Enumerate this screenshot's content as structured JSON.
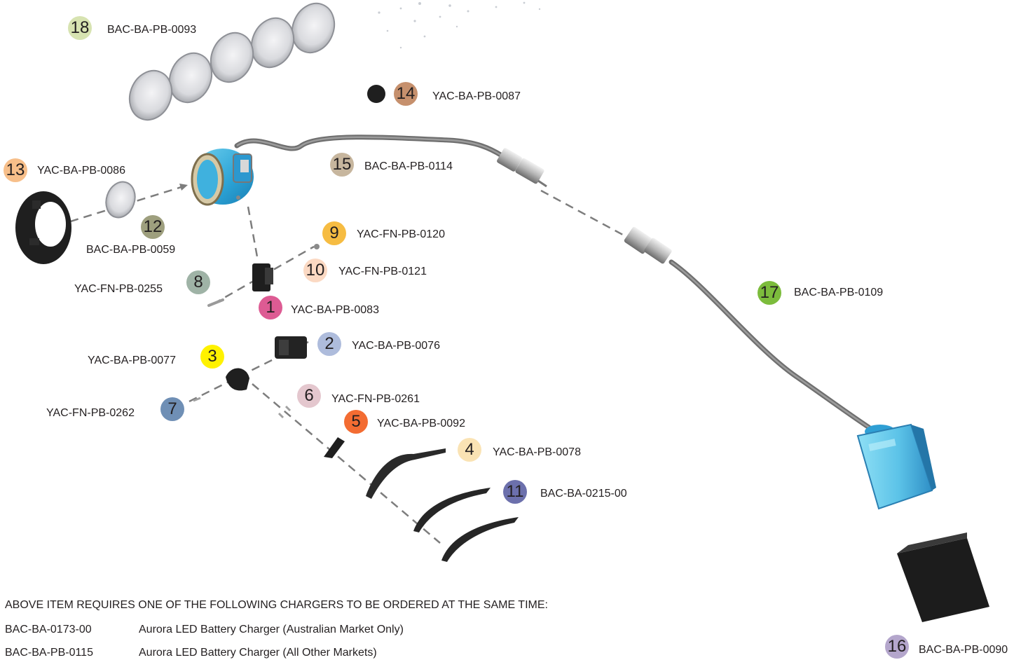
{
  "parts": [
    {
      "number": "1",
      "code": "YAC-BA-PB-0083",
      "color": "#dd5b93"
    },
    {
      "number": "2",
      "code": "YAC-BA-PB-0076",
      "color": "#aebcdc"
    },
    {
      "number": "3",
      "code": "YAC-BA-PB-0077",
      "color": "#fff200"
    },
    {
      "number": "4",
      "code": "YAC-BA-PB-0078",
      "color": "#fae3b4"
    },
    {
      "number": "5",
      "code": "YAC-BA-PB-0092",
      "color": "#f36c32"
    },
    {
      "number": "6",
      "code": "YAC-FN-PB-0261",
      "color": "#e4c7ce"
    },
    {
      "number": "7",
      "code": "YAC-FN-PB-0262",
      "color": "#6f8fb5"
    },
    {
      "number": "8",
      "code": "YAC-FN-PB-0255",
      "color": "#9fb3a6"
    },
    {
      "number": "9",
      "code": "YAC-FN-PB-0120",
      "color": "#f6bc42"
    },
    {
      "number": "10",
      "code": "YAC-FN-PB-0121",
      "color": "#fbd9c3"
    },
    {
      "number": "11",
      "code": "BAC-BA-0215-00",
      "color": "#6c70ac"
    },
    {
      "number": "12",
      "code": "BAC-BA-PB-0059",
      "color": "#9e9f7e"
    },
    {
      "number": "13",
      "code": "YAC-BA-PB-0086",
      "color": "#f7bf8a"
    },
    {
      "number": "14",
      "code": "YAC-BA-PB-0087",
      "color": "#c6906d"
    },
    {
      "number": "15",
      "code": "BAC-BA-PB-0114",
      "color": "#c7b69e"
    },
    {
      "number": "16",
      "code": "BAC-BA-PB-0090",
      "color": "#b4a6cc"
    },
    {
      "number": "17",
      "code": "BAC-BA-PB-0109",
      "color": "#7cbc3c"
    },
    {
      "number": "18",
      "code": "BAC-BA-PB-0093",
      "color": "#d7e3b1"
    }
  ],
  "footer": {
    "notice": "ABOVE ITEM REQUIRES ONE OF THE FOLLOWING CHARGERS TO BE ORDERED AT THE SAME TIME:",
    "chargers": [
      {
        "code": "BAC-BA-0173-00",
        "description": "Aurora LED Battery Charger (Australian Market Only)"
      },
      {
        "code": "BAC-BA-PB-0115",
        "description": "Aurora LED Battery Charger (All Other Markets)"
      }
    ]
  }
}
